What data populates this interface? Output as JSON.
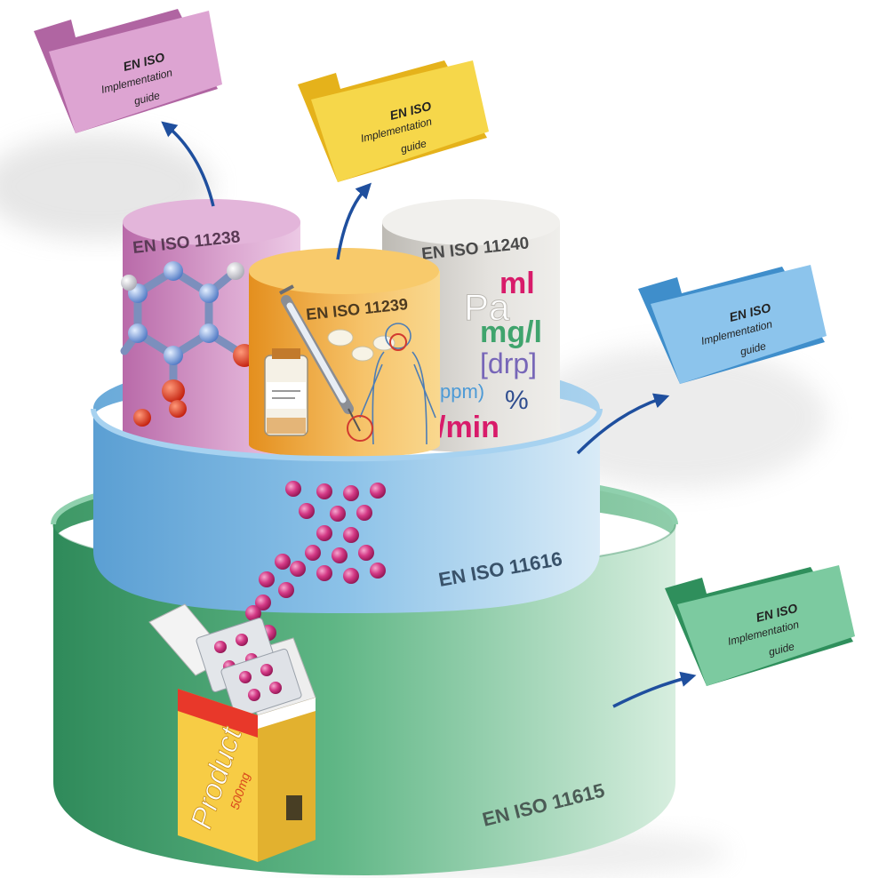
{
  "standards": {
    "s11615": "EN ISO 11615",
    "s11616": "EN ISO 11616",
    "s11238": "EN ISO 11238",
    "s11239": "EN ISO 11239",
    "s11240": "EN ISO 11240"
  },
  "guides": {
    "pink": {
      "line1": "EN ISO",
      "line2": "Implementation",
      "line3": "guide",
      "color": "#d58bc4"
    },
    "yellow": {
      "line1": "EN ISO",
      "line2": "Implementation",
      "line3": "guide",
      "color": "#f3d33c"
    },
    "blue": {
      "line1": "EN ISO",
      "line2": "Implementation",
      "line3": "guide",
      "color": "#6fb2e3"
    },
    "green": {
      "line1": "EN ISO",
      "line2": "Implementation",
      "line3": "guide",
      "color": "#66bc92"
    }
  },
  "units": {
    "ml": "ml",
    "pa": "Pa",
    "mgl": "mg/l",
    "drp": "[drp]",
    "ppm": "ppm)",
    "pct": "%",
    "min": "/min"
  },
  "product": {
    "name": "Product",
    "dose": "500mg"
  },
  "colors": {
    "green_ring": "#4fa877",
    "blue_ring": "#7cb6df",
    "pink_cylinder": "#c77fb8",
    "orange_cylinder": "#f0ad45",
    "grey_cylinder": "#d6d4d0",
    "arrow": "#1f4f9e",
    "pill": "#cc2f7e"
  }
}
